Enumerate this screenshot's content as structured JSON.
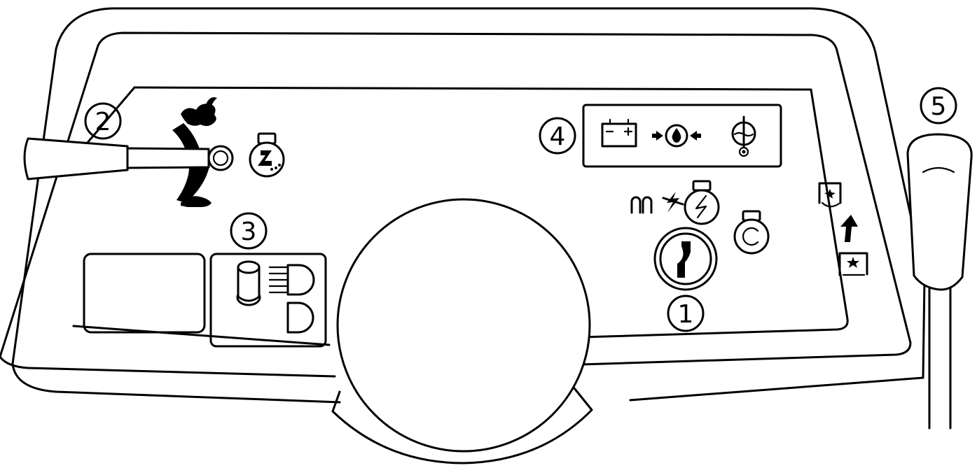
{
  "callouts": {
    "c1": "1",
    "c2": "2",
    "c3": "3",
    "c4": "4",
    "c5": "5"
  },
  "icons": {
    "throttle": [
      "rabbit-fast-icon",
      "turtle-slow-icon",
      "engine-speed-icon"
    ],
    "indicators": [
      "battery-charge-icon",
      "oil-pressure-icon",
      "coolant-temperature-icon"
    ],
    "ignition": [
      "glow-plug-icon",
      "no-charge-icon",
      "engine-run-icon",
      "engine-start-icon",
      "key-switch-icon"
    ],
    "lights": [
      "light-switch-knob-icon",
      "high-beam-icon",
      "low-beam-icon"
    ],
    "pto": [
      "pto-disengaged-icon",
      "pto-engage-arrow-icon",
      "pto-engaged-icon"
    ]
  }
}
